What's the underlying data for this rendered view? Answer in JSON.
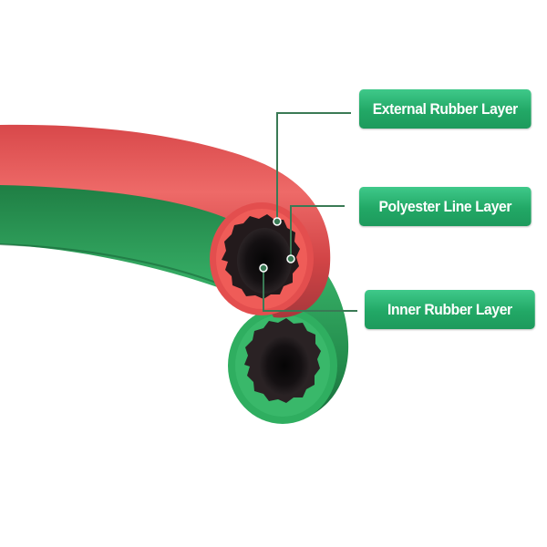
{
  "image": {
    "subject": "twin welding hose (red and green) cross-section diagram",
    "colors": {
      "red_hose": "#e2514f",
      "green_hose": "#2a9a55",
      "inner_core": "#1a1415",
      "leader_line": "#3a7a55",
      "label_bg": "#22a866",
      "label_text": "#ffffff"
    }
  },
  "labels": [
    {
      "text": "External Rubber Layer"
    },
    {
      "text": "Polyester Line Layer"
    },
    {
      "text": "Inner Rubber Layer"
    }
  ]
}
